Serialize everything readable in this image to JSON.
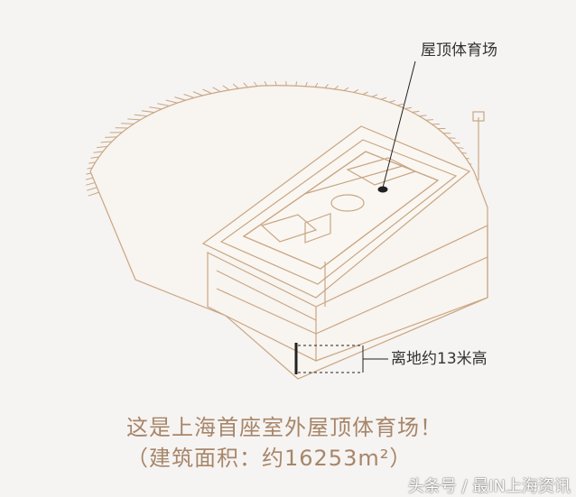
{
  "labels": {
    "roof_stadium": "屋顶体育场",
    "height_note": "离地约13米高"
  },
  "caption": {
    "line1": "这是上海首座室外屋顶体育场！",
    "line2": "（建筑面积：约16253m²）"
  },
  "watermark": "头条号 / 最IN上海资讯",
  "colors": {
    "line": "#c9a683",
    "caption": "#a7866a",
    "background": "#f6f4f2"
  }
}
